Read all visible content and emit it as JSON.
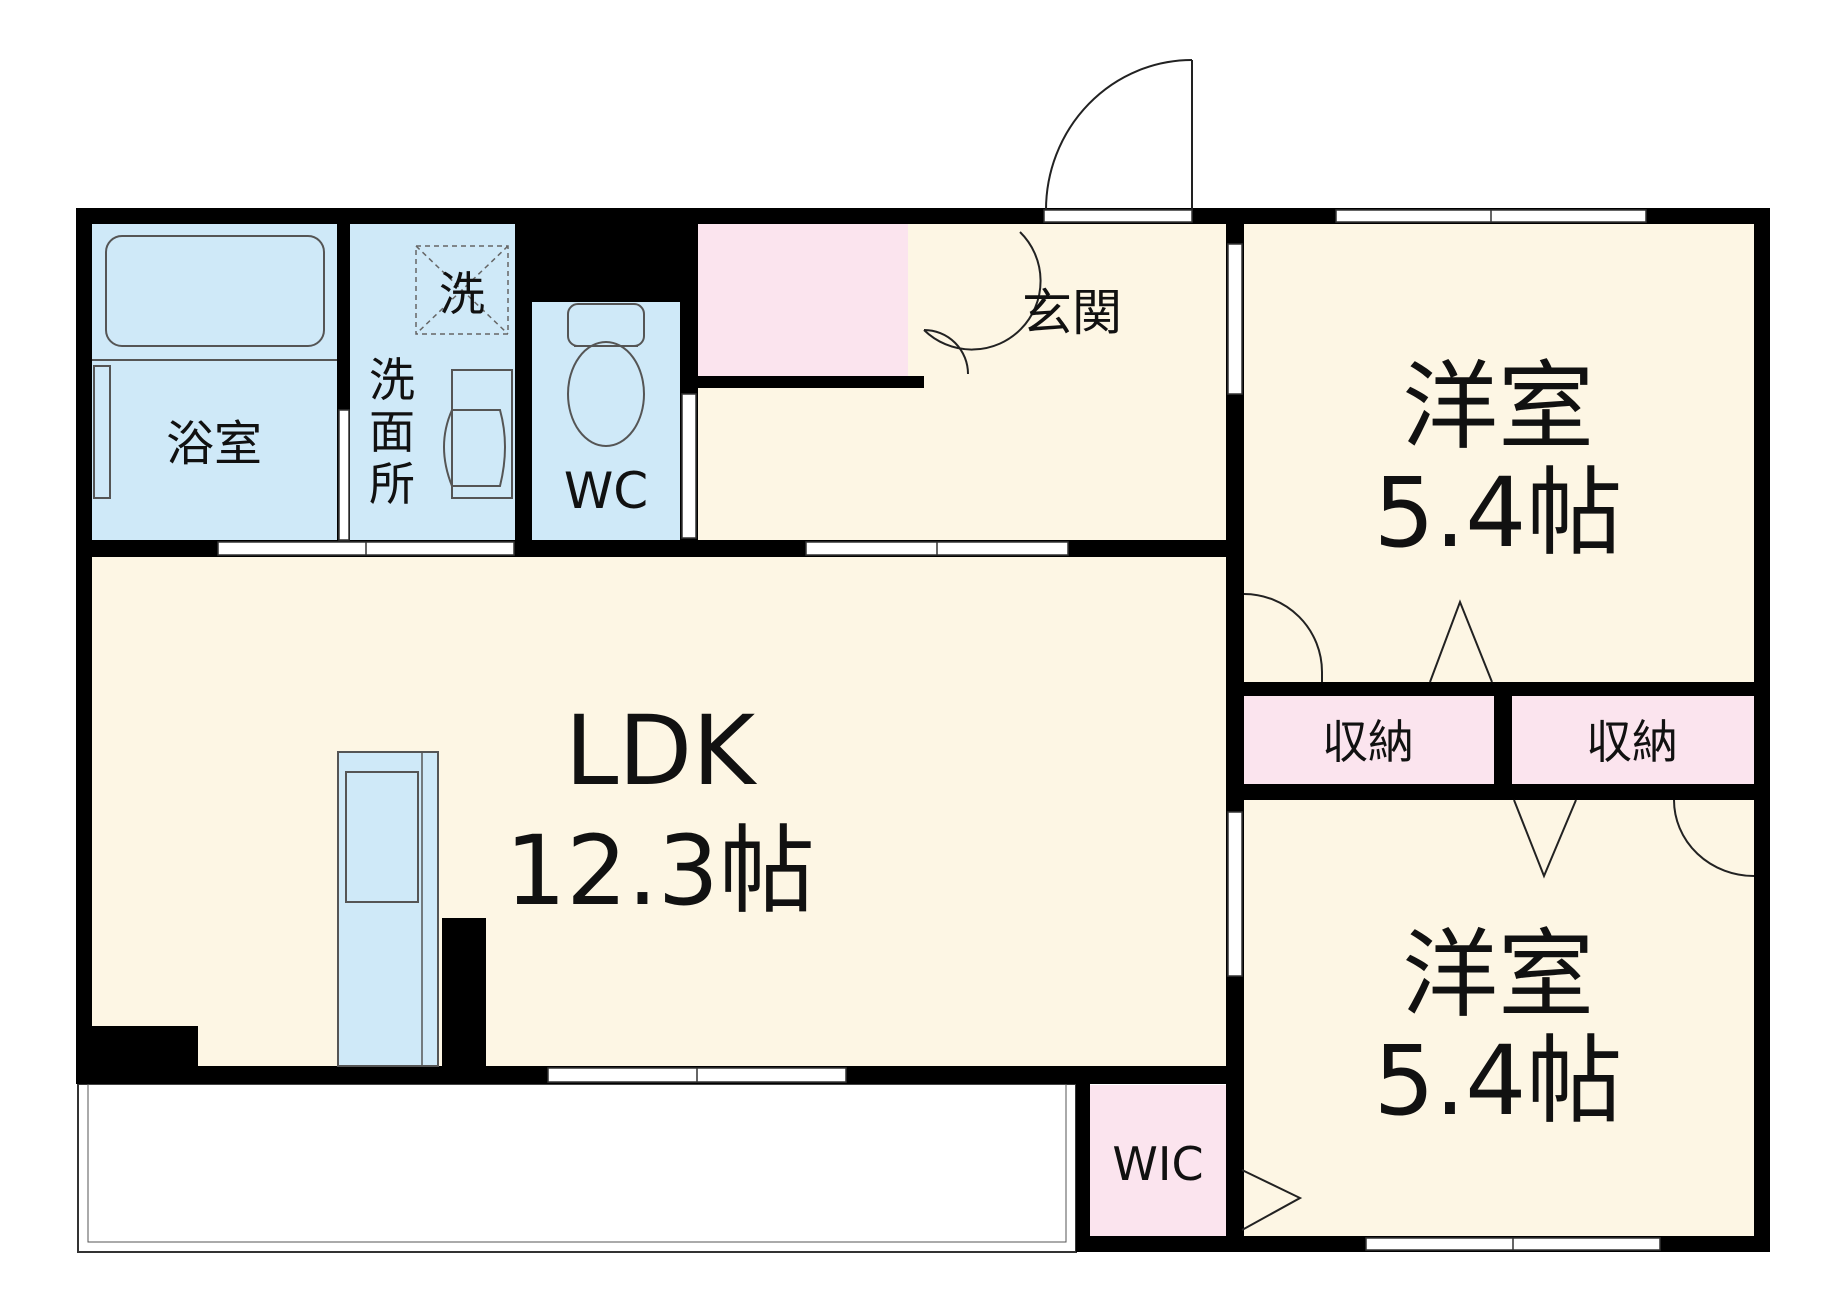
{
  "colors": {
    "wall": "#000000",
    "living_floor": "#fdf6e4",
    "wet_area": "#cfe9f8",
    "storage": "#fbe4ee",
    "balcony": "#ffffff",
    "fixture_stroke": "#6b6b6b",
    "door_stroke": "#222222"
  },
  "rooms": {
    "bath": {
      "label": "浴室"
    },
    "washroom": {
      "label": "洗面所"
    },
    "washer": {
      "label": "洗"
    },
    "wc": {
      "label": "WC"
    },
    "entrance": {
      "label": "玄関"
    },
    "ldk": {
      "name": "LDK",
      "size": "12.3帖"
    },
    "bedroom_upper": {
      "name": "洋室",
      "size": "5.4帖"
    },
    "bedroom_lower": {
      "name": "洋室",
      "size": "5.4帖"
    },
    "storage_left": {
      "label": "収納"
    },
    "storage_right": {
      "label": "収納"
    },
    "wic": {
      "label": "WIC"
    }
  },
  "icons": [
    "toilet-icon",
    "bathtub-icon",
    "wash-basin-icon",
    "washing-machine-icon",
    "kitchen-counter-icon",
    "door-swing-icon"
  ]
}
